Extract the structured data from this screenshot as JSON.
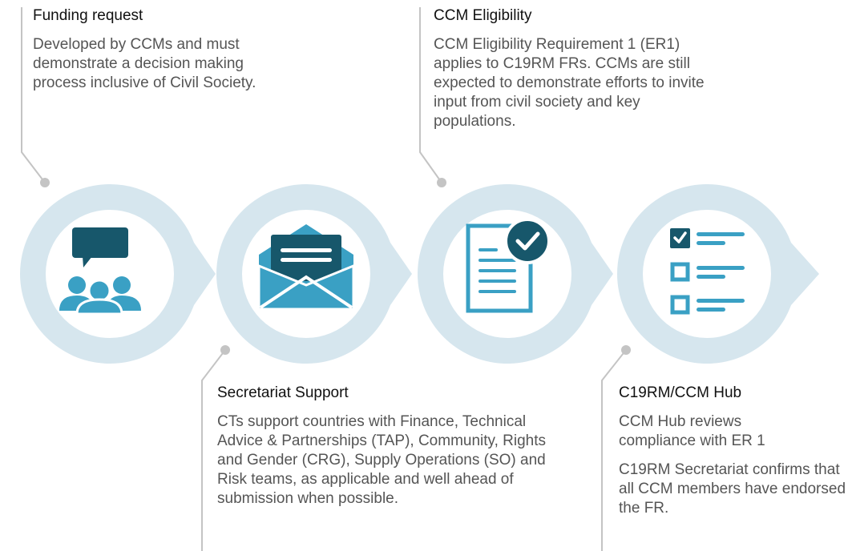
{
  "colors": {
    "ring": "#d6e6ee",
    "connector": "#c4c4c4",
    "icon_dark": "#17576b",
    "icon_light": "#3aa0c4",
    "icon_check": "#ffffff"
  },
  "steps": [
    {
      "icon": "people-chat-icon",
      "title": "Funding request",
      "paragraphs": [
        "Developed by CCMs and must demonstrate a decision making process inclusive of Civil Society."
      ]
    },
    {
      "icon": "envelope-letter-icon",
      "title": "Secretariat Support",
      "paragraphs": [
        "CTs support countries with Finance, Technical Advice & Partnerships (TAP), Community, Rights and Gender (CRG), Supply Operations (SO) and Risk teams, as applicable and well ahead of submission when possible."
      ]
    },
    {
      "icon": "document-check-icon",
      "title": "CCM Eligibility",
      "paragraphs": [
        "CCM Eligibility Requirement 1 (ER1) applies to C19RM FRs. CCMs are still expected to demonstrate efforts to invite input from civil society and key populations."
      ]
    },
    {
      "icon": "checklist-icon",
      "title": "C19RM/CCM Hub",
      "paragraphs": [
        "CCM Hub reviews compliance with ER 1",
        "C19RM Secretariat confirms that all CCM members have endorsed the FR."
      ]
    }
  ]
}
